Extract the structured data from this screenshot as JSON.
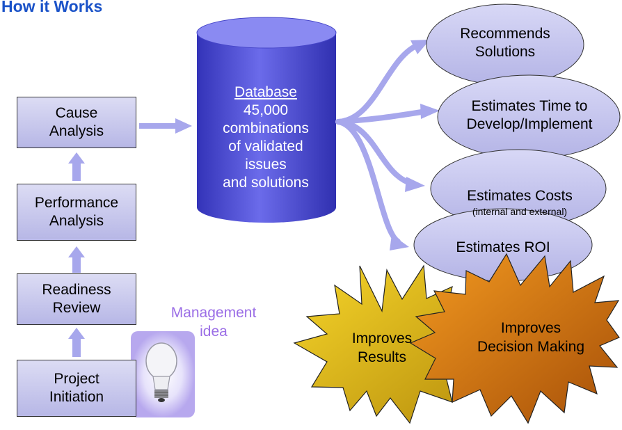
{
  "title": "How it Works",
  "steps": {
    "cause": "Cause\nAnalysis",
    "performance": "Performance\nAnalysis",
    "readiness": "Readiness\nReview",
    "initiation": "Project\nInitiation"
  },
  "management": "Management\nidea",
  "database": {
    "heading": "Database",
    "count": "45,000",
    "line1": "combinations",
    "line2": "of validated",
    "line3": "issues",
    "line4": "and solutions"
  },
  "outputs": {
    "recommends": "Recommends\nSolutions",
    "time": "Estimates Time to\nDevelop/Implement",
    "costs": "Estimates Costs",
    "costs_note": "(internal and external)",
    "roi": "Estimates ROI"
  },
  "results": {
    "improves_results": "Improves\nResults",
    "improves_decisions": "Improves\nDecision Making"
  },
  "colors": {
    "title": "#1a52c8",
    "arrow": "#a7a7ec",
    "cylinder": "#5555dd",
    "ellipse": "#c6c6ee",
    "star_gold": "#e8c21a",
    "star_orange": "#e87b0c"
  },
  "icons": [
    "lightbulb-icon"
  ]
}
